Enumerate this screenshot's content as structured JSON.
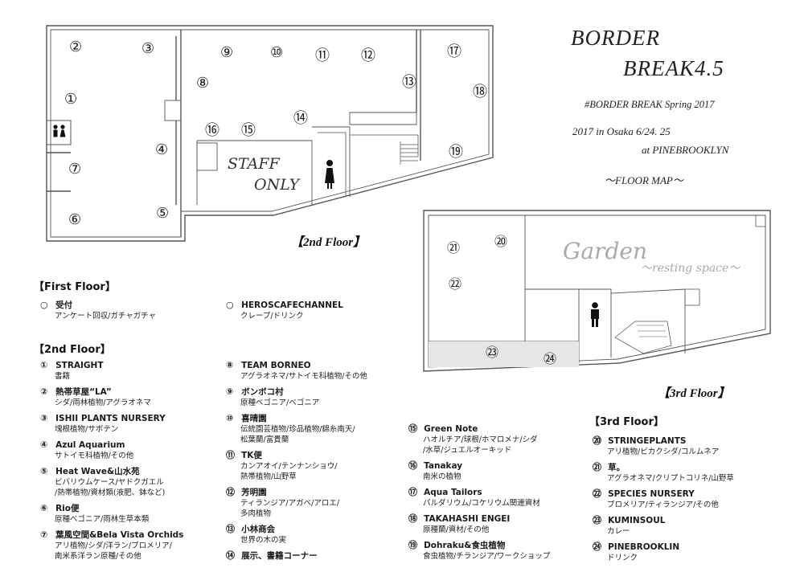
{
  "header": {
    "title_line1": "BORDER",
    "title_line2": "BREAK4.5",
    "hashtag": "#BORDER BREAK Spring 2017",
    "date_line": "2017 in Osaka 6/24. 25",
    "venue_line": "at PINEBROOKLYN",
    "map_title": "〜FLOOR  MAP〜"
  },
  "map": {
    "floor2_label": "【2nd Floor】",
    "floor3_label": "【3rd Floor】",
    "staff_line1": "STAFF",
    "staff_line2": "ONLY",
    "garden": "Garden",
    "garden_sub": "〜resting space〜",
    "booth_numbers": [
      "②",
      "③",
      "①",
      "④",
      "⑦",
      "⑥",
      "⑤",
      "⑨",
      "⑩",
      "⑪",
      "⑫",
      "⑧",
      "⑬",
      "⑭",
      "⑯",
      "⑮",
      "⑰",
      "⑱",
      "⑲",
      "㉑",
      "⑳",
      "㉒",
      "㉓",
      "㉔"
    ]
  },
  "list": {
    "first_floor_head": "【First Floor】",
    "second_floor_head": "【2nd Floor】",
    "third_floor_head": "【3rd Floor】",
    "first_floor": [
      {
        "n": "○",
        "name": "受付",
        "sub": [
          "アンケート回収/ガチャガチャ"
        ]
      },
      {
        "n": "○",
        "name": "HEROSCAFECHANNEL",
        "sub": [
          "クレープ/ドリンク"
        ]
      }
    ],
    "col1": [
      {
        "n": "①",
        "name": "STRAIGHT",
        "sub": [
          "書籍"
        ]
      },
      {
        "n": "②",
        "name": "熱帯草屋“LA”",
        "sub": [
          "シダ/雨林植物/アグラオネマ"
        ]
      },
      {
        "n": "③",
        "name": "ISHII PLANTS NURSERY",
        "sub": [
          "塊根植物/サボテン"
        ]
      },
      {
        "n": "④",
        "name": "Azul Aquarium",
        "sub": [
          "サトイモ科植物/その他"
        ]
      },
      {
        "n": "⑤",
        "name": "Heat Wave&山水苑",
        "sub": [
          "ビバリウムケース/ヤドクガエル",
          "/熱帯植物/資材類(液肥、鉢など)"
        ]
      },
      {
        "n": "⑥",
        "name": "Rio便",
        "sub": [
          "原種ベゴニア/雨林生草本類"
        ]
      },
      {
        "n": "⑦",
        "name": "葉風空間&Bela Vista Orchids",
        "sub": [
          "アリ植物/シダ/洋ラン/ブロメリア/",
          "南米系洋ラン原種/その他"
        ]
      }
    ],
    "col2": [
      {
        "n": "⑧",
        "name": "TEAM BORNEO",
        "sub": [
          "アグラオネマ/サトイモ科植物/その他"
        ]
      },
      {
        "n": "⑨",
        "name": "ボンボコ村",
        "sub": [
          "原種ベゴニア/ベゴニア"
        ]
      },
      {
        "n": "⑩",
        "name": "喜晴園",
        "sub": [
          "伝統園芸植物/珍品植物/錦糸南天/",
          "松葉蘭/富貴蘭"
        ]
      },
      {
        "n": "⑪",
        "name": "TK便",
        "sub": [
          "カンアオイ/テンナンショウ/",
          "熱帯植物/山野草"
        ]
      },
      {
        "n": "⑫",
        "name": "芳明園",
        "sub": [
          "ティランジア/アガベ/アロエ/",
          "多肉植物"
        ]
      },
      {
        "n": "⑬",
        "name": "小林商会",
        "sub": [
          "世界の木の実"
        ]
      },
      {
        "n": "⑭",
        "name": "展示、書籍コーナー",
        "sub": []
      }
    ],
    "col3": [
      {
        "n": "⑮",
        "name": "Green Note",
        "sub": [
          "ハオルチア/球根/ホマロメナ/シダ",
          "/水草/ジュエルオーキッド"
        ]
      },
      {
        "n": "⑯",
        "name": "Tanakay",
        "sub": [
          "南米の植物"
        ]
      },
      {
        "n": "⑰",
        "name": "Aqua Tailors",
        "sub": [
          "パルダリウム/コケリウム関連資材"
        ]
      },
      {
        "n": "⑱",
        "name": "TAKAHASHI ENGEI",
        "sub": [
          "原種蘭/資材/その他"
        ]
      },
      {
        "n": "⑲",
        "name": "Dohraku&食虫植物",
        "sub": [
          "食虫植物/チランジア/ワークショップ"
        ]
      }
    ],
    "col4": [
      {
        "n": "⑳",
        "name": "STRINGEPLANTS",
        "sub": [
          "アリ植物/ビカクシダ/コルムネア"
        ]
      },
      {
        "n": "㉑",
        "name": "草。",
        "sub": [
          "アグラオネマ/クリプトコリネ/山野草"
        ]
      },
      {
        "n": "㉒",
        "name": "SPECIES NURSERY",
        "sub": [
          "ブロメリア/ティランジア/その他"
        ]
      },
      {
        "n": "㉓",
        "name": "KUMINSOUL",
        "sub": [
          "カレー"
        ]
      },
      {
        "n": "㉔",
        "name": "PINEBROOKLIN",
        "sub": [
          "ドリンク"
        ]
      }
    ]
  }
}
